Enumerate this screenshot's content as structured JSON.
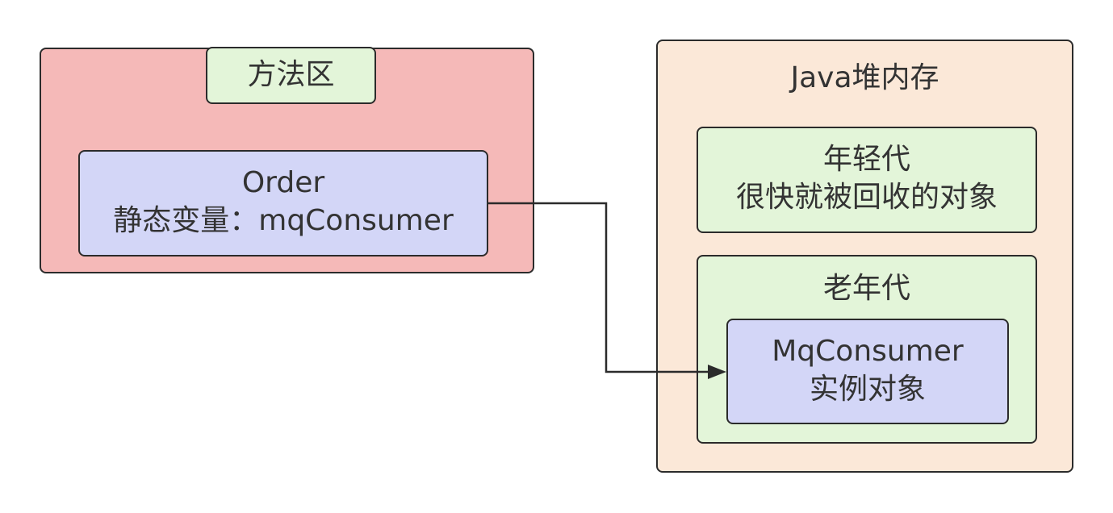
{
  "method_area": {
    "title": "方法区",
    "order": {
      "class_name": "Order",
      "static_var": "静态变量：mqConsumer"
    }
  },
  "heap": {
    "title": "Java堆内存",
    "young_gen": {
      "title": "年轻代",
      "desc": "很快就被回收的对象"
    },
    "old_gen": {
      "title": "老年代",
      "instance": {
        "class_name": "MqConsumer",
        "desc": "实例对象"
      }
    }
  },
  "colors": {
    "method_area_bg": "#f5b9b8",
    "title_box_bg": "#e3f5d9",
    "object_bg": "#d3d6f7",
    "heap_bg": "#fbe8d8",
    "generation_bg": "#e3f5d9",
    "stroke": "#2b2b2b",
    "text": "#333333"
  }
}
